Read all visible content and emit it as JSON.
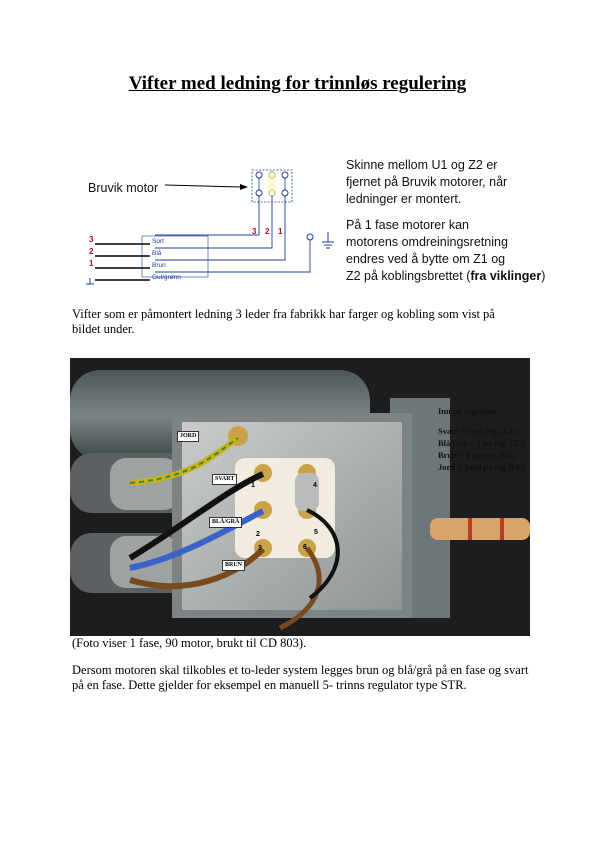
{
  "title": "Vifter med ledning for trinnløs regulering",
  "diagram": {
    "motor_label": "Bruvik motor",
    "wires": [
      {
        "num": "3",
        "label": "Sort"
      },
      {
        "num": "2",
        "label": "Blå"
      },
      {
        "num": "1",
        "label": "Brun"
      },
      {
        "num": "",
        "label": "Gul/grønn"
      }
    ],
    "terminal_numbers": [
      "3",
      "2",
      "1"
    ],
    "note1_lines": [
      "Skinne mellom U1 og Z2 er",
      "fjernet på Bruvik motorer, når",
      "ledninger er montert."
    ],
    "note2_lines": [
      "På 1 fase motorer kan",
      "motorens omdreiningsretning",
      "endres ved å bytte om Z1 og"
    ],
    "note2_last": "Z2 på koblingsbrettet (",
    "note2_bold": "fra viklinger",
    "note2_end": ")"
  },
  "paragraph1": "Vifter som er påmontert ledning 3 leder fra fabrikk har farger og kobling som vist på bildet under.",
  "photo": {
    "tags": [
      "JORD",
      "SVART",
      "BLÅ/GRÅ",
      "BRUN"
    ],
    "terminal_numbers": [
      "1",
      "4",
      "2",
      "5",
      "3",
      "6"
    ]
  },
  "regulator": {
    "heading": "Inn på regulator:",
    "lines": [
      "Svart = 3 på reg. (U1)",
      "Blå/Grå = 2 på reg. (Z2)",
      "Brun = 1 på reg. (U2)",
      "Jord = Jord på reg.(PE)"
    ]
  },
  "caption": "(Foto viser 1 fase, 90 motor, brukt til CD 803).",
  "paragraph2": "Dersom motoren skal tilkobles et to-leder system legges brun og blå/grå på en fase og svart på en fase. Dette gjelder for eksempel en manuell 5- trinns regulator type STR.",
  "colors": {
    "diagram_line": "#1c3fa0",
    "wire_number": "#b0102a",
    "terminal_box": "#9aa0a4"
  }
}
